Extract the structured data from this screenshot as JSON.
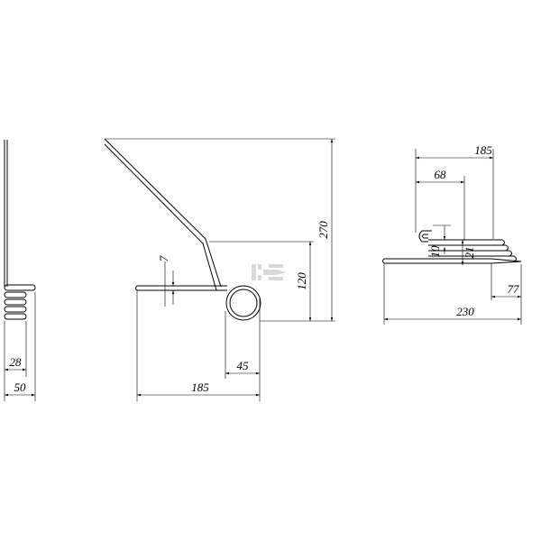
{
  "drawing": {
    "left_view": {
      "dim_coil_inner": "28",
      "dim_coil_outer": "50"
    },
    "front_view": {
      "dim_height_total": "270",
      "dim_height_arm": "120",
      "dim_offset": "7",
      "dim_coil_diameter": "45",
      "dim_width": "185"
    },
    "top_view": {
      "dim_width_top": "185",
      "dim_hook": "68",
      "dim_small_a": "10",
      "dim_small_b": "21",
      "dim_tip": "77",
      "dim_total_length": "230"
    }
  }
}
